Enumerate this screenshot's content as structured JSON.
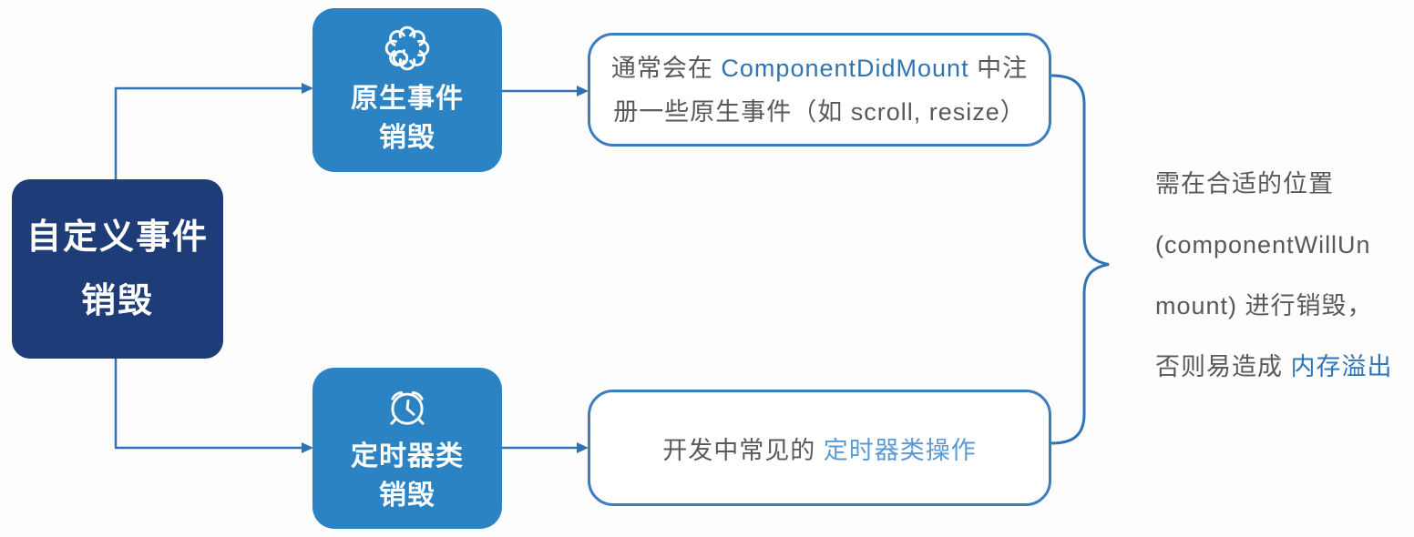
{
  "colors": {
    "root_node_bg": "#1e3c78",
    "branch_node_bg": "#2c83c3",
    "note_border": "#3b7ebf",
    "connector": "#2e74b5",
    "link_blue": "#2e75b6",
    "light_blue": "#5b9bd5",
    "body_text": "#595959",
    "node_text": "#ffffff",
    "background": "#fdfdfe"
  },
  "root_node": {
    "line1": "自定义事件",
    "line2": "销毁"
  },
  "branch_native": {
    "icon": "gear-icon",
    "line1": "原生事件",
    "line2": "销毁"
  },
  "branch_timer": {
    "icon": "alarm-clock-icon",
    "line1": "定时器类",
    "line2": "销毁"
  },
  "note_native": {
    "l1p1": "通常会在 ",
    "l1p2": "ComponentDidMount",
    "l1p3": " 中注",
    "l2": "册一些原生事件（如 scroll, resize）"
  },
  "note_timer": {
    "p1": "开发中常见的 ",
    "p2": "定时器类操作"
  },
  "conclusion": {
    "line1": "需在合适的位置",
    "line2": "(componentWillUn",
    "line3": "mount) 进行销毁，",
    "line4p1": "否则易造成 ",
    "line4p2": "内存溢出"
  }
}
